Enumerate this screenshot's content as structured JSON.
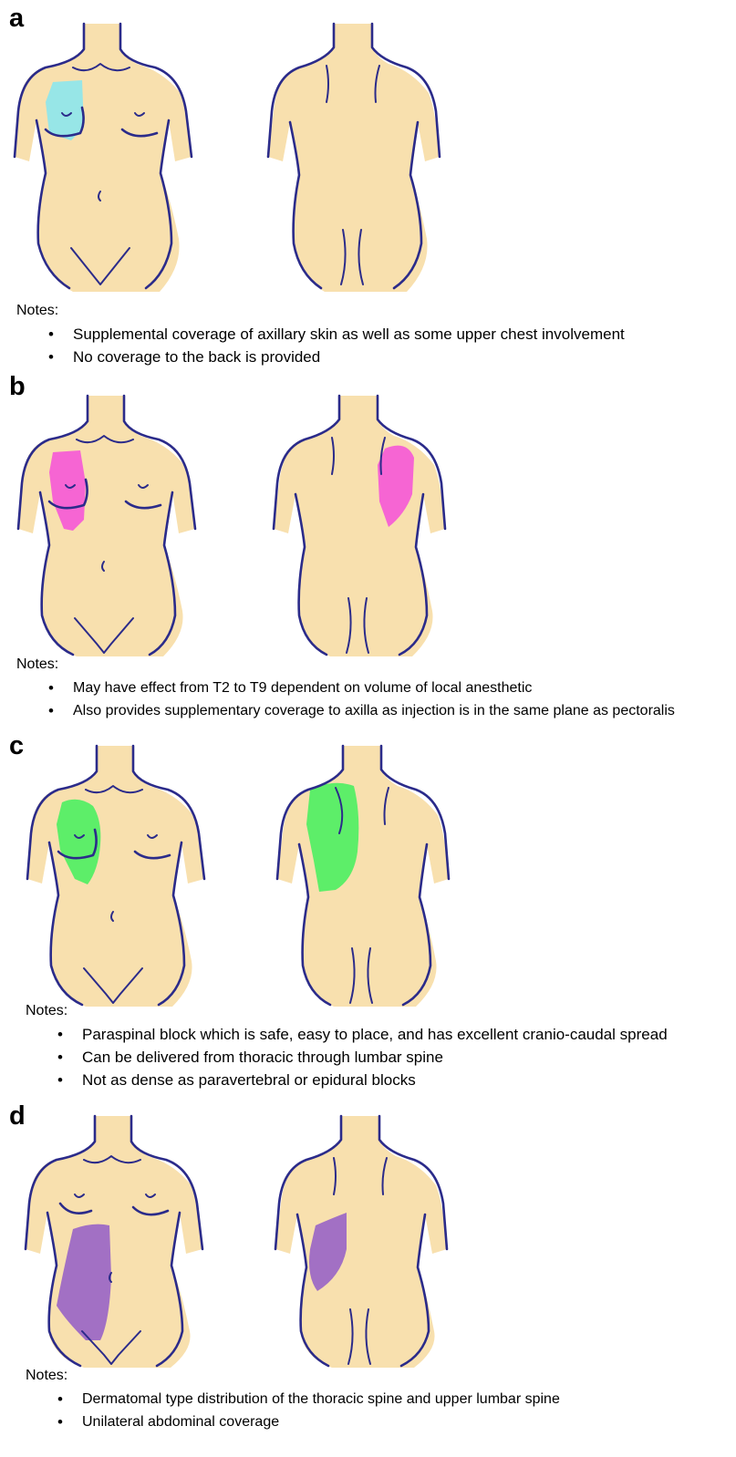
{
  "colors": {
    "skin": "#f8e0ae",
    "outline": "#2b2b8a",
    "panel_a": "#8ee6ec",
    "panel_b": "#f55ad6",
    "panel_c": "#4fef63",
    "panel_d": "#9a66c6"
  },
  "panels": [
    {
      "letter": "a",
      "notes_label": "Notes:",
      "notes": [
        "Supplemental coverage of axillary skin as well as some upper chest involvement",
        "No coverage to the back is provided"
      ]
    },
    {
      "letter": "b",
      "notes_label": "Notes:",
      "notes": [
        "May have effect from T2 to T9 dependent on volume of local anesthetic",
        "Also provides supplementary coverage to axilla as injection is in the same plane as pectoralis"
      ]
    },
    {
      "letter": "c",
      "notes_label": "Notes:",
      "notes": [
        "Paraspinal block which is safe, easy to place, and has excellent cranio-caudal spread",
        "Can be delivered from thoracic through lumbar spine",
        "Not as dense as paravertebral or epidural blocks"
      ]
    },
    {
      "letter": "d",
      "notes_label": "Notes:",
      "notes": [
        "Dermatomal type distribution of the thoracic spine and upper lumbar spine",
        "Unilateral abdominal coverage"
      ]
    }
  ]
}
